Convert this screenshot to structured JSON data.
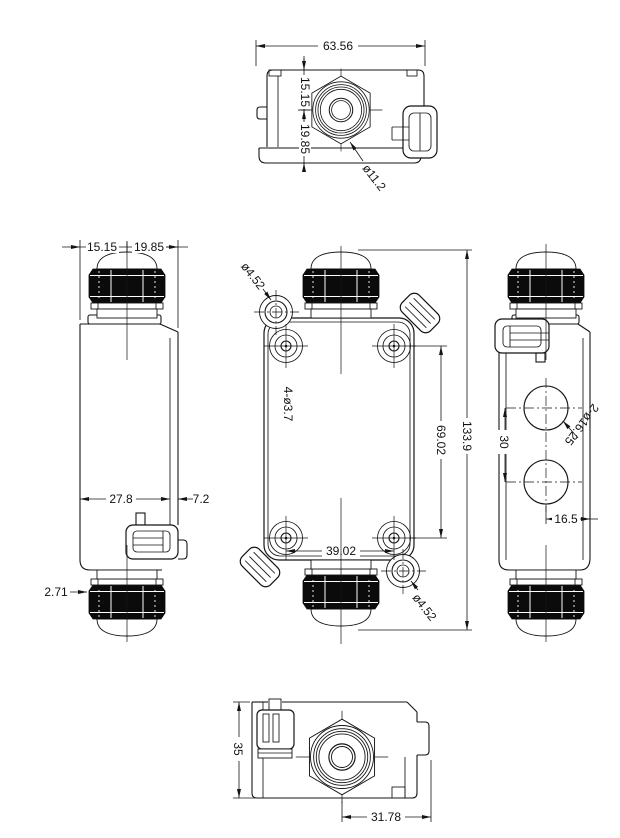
{
  "drawing": {
    "views": {
      "top": {
        "overall_width": "63.56",
        "offset_a": "15.15",
        "offset_b": "19.85",
        "cable_bore": "ø11.2"
      },
      "left": {
        "offset_a": "15.15",
        "offset_b": "19.85",
        "body_depth": "27.8",
        "lid_depth": "7.2",
        "flange_step": "2.71"
      },
      "front": {
        "ear_hole_top": "ø4.52",
        "mount_holes": "4-ø3.7",
        "hole_span_v": "69.02",
        "overall_length": "133.9",
        "hole_span_h": "39.02",
        "ear_hole_bottom": "ø4.52"
      },
      "right": {
        "knockouts": "2-ø16.25",
        "knockout_span": "30",
        "knockout_offset": "16.5"
      },
      "bottom": {
        "overall_depth": "35",
        "gland_offset": "31.78"
      }
    }
  }
}
